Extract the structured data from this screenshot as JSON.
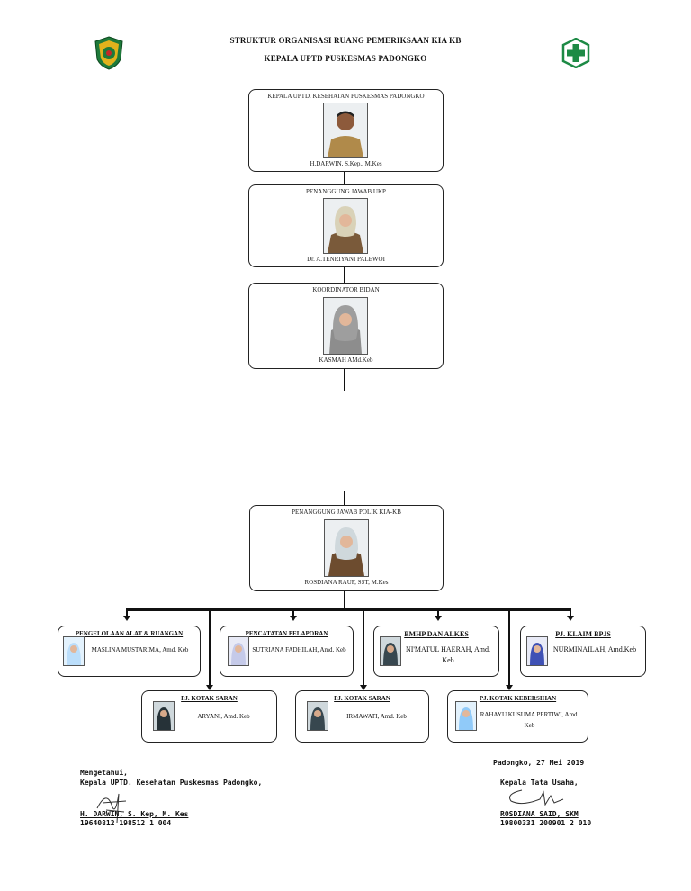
{
  "header": {
    "title_line1": "STRUKTUR ORGANISASI RUANG PEMERIKSAAN KIA KB",
    "title_line2": "KEPALA UPTD PUSKESMAS PADONGKO"
  },
  "colors": {
    "logo_left_green": "#1e7a3a",
    "logo_left_gold": "#e0b21c",
    "logo_right_green": "#1d8a45"
  },
  "top_chain": [
    {
      "title": "KEPALA UPTD. KESEHATAN PUSKESMAS PADONGKO",
      "name": "H.DARWIN, S.Kep., M.Kes"
    },
    {
      "title": "PENANGGUNG JAWAB UKP",
      "name": "Dr. A.TENRIYANI PALEWOI"
    },
    {
      "title": "KOORDINATOR BIDAN",
      "name": "KASMAH AMd.Keb"
    }
  ],
  "polik": {
    "title": "PENANGGUNG JAWAB POLIK KIA-KB",
    "name": "ROSDIANA RAUF, SST, M.Kes"
  },
  "row1": [
    {
      "title": "PENGELOLAAN ALAT & RUANGAN",
      "name": "MASLINA MUSTARIMA, Amd. Keb"
    },
    {
      "title": "PENCATATAN PELAPORAN",
      "name": "SUTRIANA FADHILAH, Amd. Keb"
    },
    {
      "title": "BMHP DAN ALKES",
      "name": "NI'MATUL HAERAH, Amd. Keb"
    },
    {
      "title": "PJ. KLAIM BPJS",
      "name": "NURMINAILAH, Amd.Keb"
    }
  ],
  "row2": [
    {
      "title": "PJ. KOTAK SARAN",
      "name": "ARYANI, Amd. Keb"
    },
    {
      "title": "PJ. KOTAK SARAN",
      "name": "IRMAWATI, Amd. Keb"
    },
    {
      "title": "PJ. KOTAK KEBERSIHAN",
      "name": "RAHAYU KUSUMA PERTIWI, Amd. Keb"
    }
  ],
  "signature": {
    "date": "Padongko, 27 Mei 2019",
    "left_label1": "Mengetahui,",
    "left_label2": "Kepala UPTD. Kesehatan Puskesmas Padongko,",
    "left_name": "H. DARWIN, S. Kep, M. Kes",
    "left_nip": "19640812 198512 1 004",
    "right_label": "Kepala Tata Usaha,",
    "right_name": "ROSDIANA SAID, SKM",
    "right_nip": "19800331 200901 2 010"
  }
}
